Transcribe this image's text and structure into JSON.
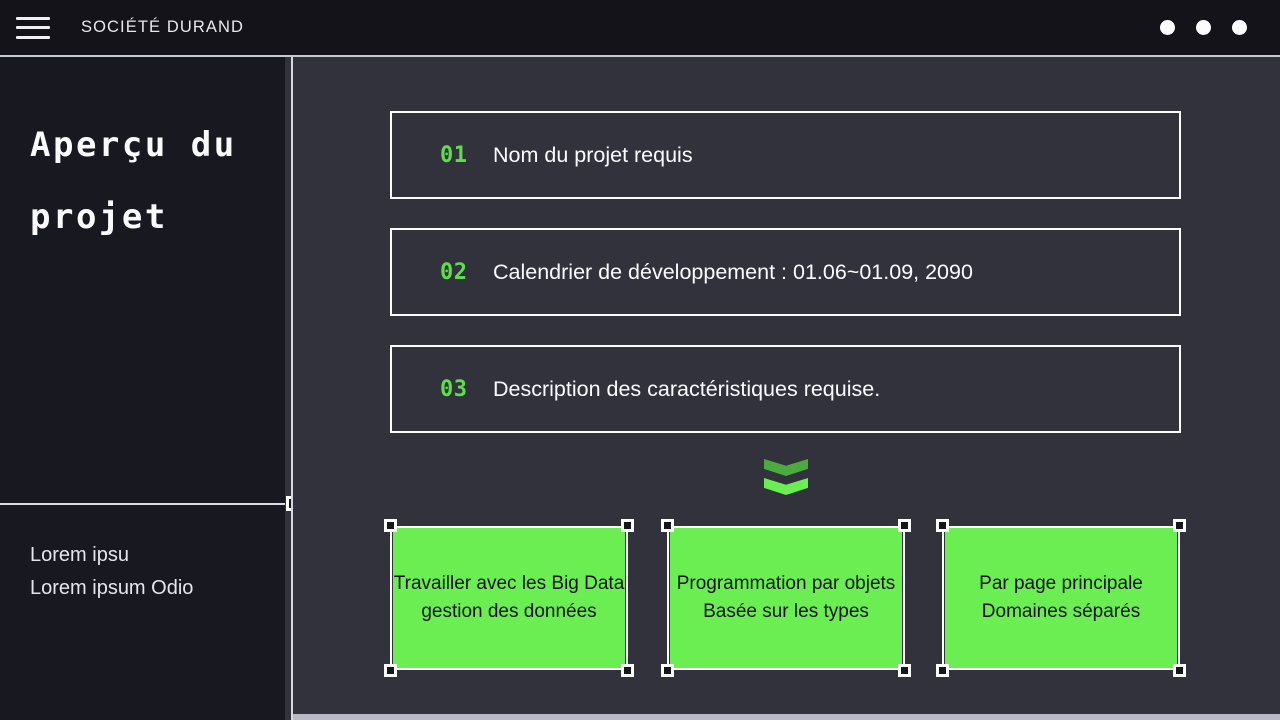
{
  "header": {
    "menu_icon": "hamburger-icon",
    "brand": "SOCIÉTÉ DURAND",
    "dots": [
      "dot-1",
      "dot-2",
      "dot-3"
    ]
  },
  "sidebar": {
    "title": "Aperçu du\nprojet",
    "subtext": "Lorem ipsu\nLorem ipsum Odio"
  },
  "main": {
    "rows": [
      {
        "number": "01",
        "text": "Nom du projet requis"
      },
      {
        "number": "02",
        "text": "Calendrier de développement : 01.06~01.09, 2090"
      },
      {
        "number": "03",
        "text": "Description des caractéristiques requise."
      }
    ],
    "divider_icon": "double-chevron-down-icon",
    "cards": [
      {
        "line1": "Travailler avec les Big Data",
        "line2": "gestion des données"
      },
      {
        "line1": "Programmation par objets",
        "line2": "Basée sur les types"
      },
      {
        "line1": "Par page principale",
        "line2": "Domaines séparés"
      }
    ]
  },
  "colors": {
    "accent_green": "#6bee52",
    "accent_green_dark": "#4bab3e",
    "main_background": "#32323c",
    "sidebar_background": "#181820",
    "topbar_background": "#131319",
    "outline": "#fdfdfd"
  }
}
